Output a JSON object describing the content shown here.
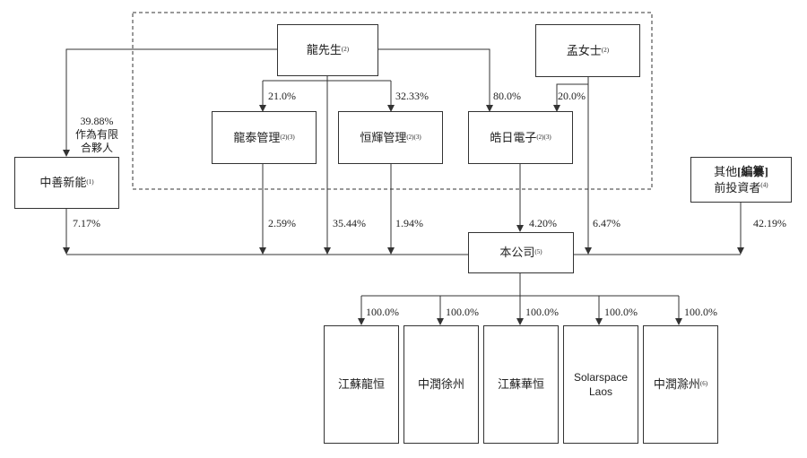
{
  "entities": {
    "mr_long": {
      "name": "龍先生",
      "note": "(2)"
    },
    "ms_meng": {
      "name": "孟女士",
      "note": "(2)"
    },
    "longtai": {
      "name": "龍泰管理",
      "note": "(2)(3)"
    },
    "henghui": {
      "name": "恒輝管理",
      "note": "(2)(3)"
    },
    "haori": {
      "name": "皓日電子",
      "note": "(2)(3)"
    },
    "zhongshan": {
      "name": "中善新能",
      "note": "(1)"
    },
    "others": {
      "line1_a": "其他",
      "line1_b": "[編纂]",
      "line2": "前投資者",
      "note": "(4)"
    },
    "company": {
      "name": "本公司",
      "note": "(5)"
    },
    "sub1": {
      "name": "江蘇龍恒"
    },
    "sub2": {
      "name": "中潤徐州"
    },
    "sub3": {
      "name": "江蘇華恒"
    },
    "sub4": {
      "line1": "Solarspace",
      "line2": "Laos"
    },
    "sub5": {
      "name": "中潤滁州",
      "note": "(6)"
    }
  },
  "percentages": {
    "long_to_zhongshan_1": "39.88%",
    "long_to_zhongshan_2": "作為有限",
    "long_to_zhongshan_3": "合夥人",
    "long_to_longtai": "21.0%",
    "long_to_henghui": "32.33%",
    "long_to_haori": "80.0%",
    "meng_to_haori": "20.0%",
    "zhongshan_to_company": "7.17%",
    "longtai_to_company": "2.59%",
    "long_to_company": "35.44%",
    "henghui_to_company": "1.94%",
    "haori_to_company": "4.20%",
    "meng_to_company": "6.47%",
    "others_to_company": "42.19%",
    "company_to_sub1": "100.0%",
    "company_to_sub2": "100.0%",
    "company_to_sub3": "100.0%",
    "company_to_sub4": "100.0%",
    "company_to_sub5": "100.0%"
  }
}
